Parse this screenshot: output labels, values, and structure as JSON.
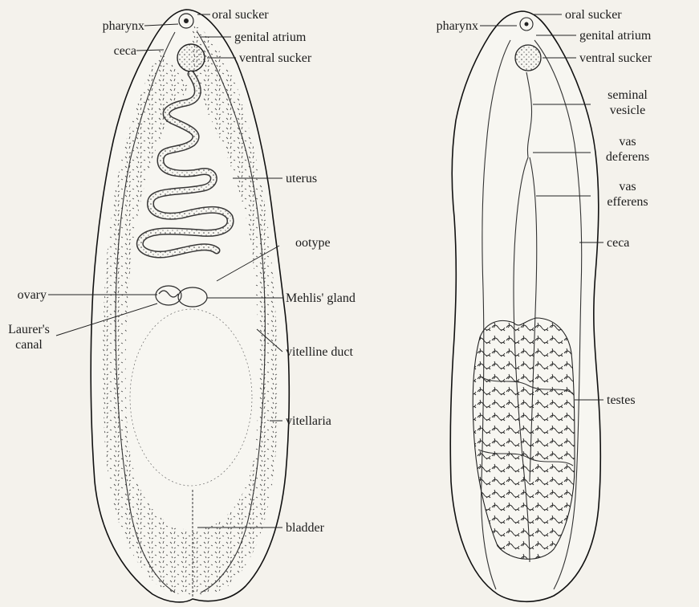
{
  "figures": [
    {
      "id": "left",
      "labels": {
        "pharynx": "pharynx",
        "oral_sucker": "oral sucker",
        "genital_atrium": "genital atrium",
        "ceca": "ceca",
        "ventral_sucker": "ventral sucker",
        "uterus": "uterus",
        "ootype": "ootype",
        "ovary": "ovary",
        "mehlis_gland": "Mehlis' gland",
        "laurers_canal_1": "Laurer's",
        "laurers_canal_2": "canal",
        "vitelline_duct": "vitelline duct",
        "vitellaria": "vitellaria",
        "bladder": "bladder"
      }
    },
    {
      "id": "right",
      "labels": {
        "pharynx": "pharynx",
        "oral_sucker": "oral sucker",
        "genital_atrium": "genital atrium",
        "ventral_sucker": "ventral sucker",
        "seminal_vesicle_1": "seminal",
        "seminal_vesicle_2": "vesicle",
        "vas_deferens_1": "vas",
        "vas_deferens_2": "deferens",
        "vas_efferens_1": "vas",
        "vas_efferens_2": "efferens",
        "ceca": "ceca",
        "testes": "testes"
      }
    }
  ]
}
